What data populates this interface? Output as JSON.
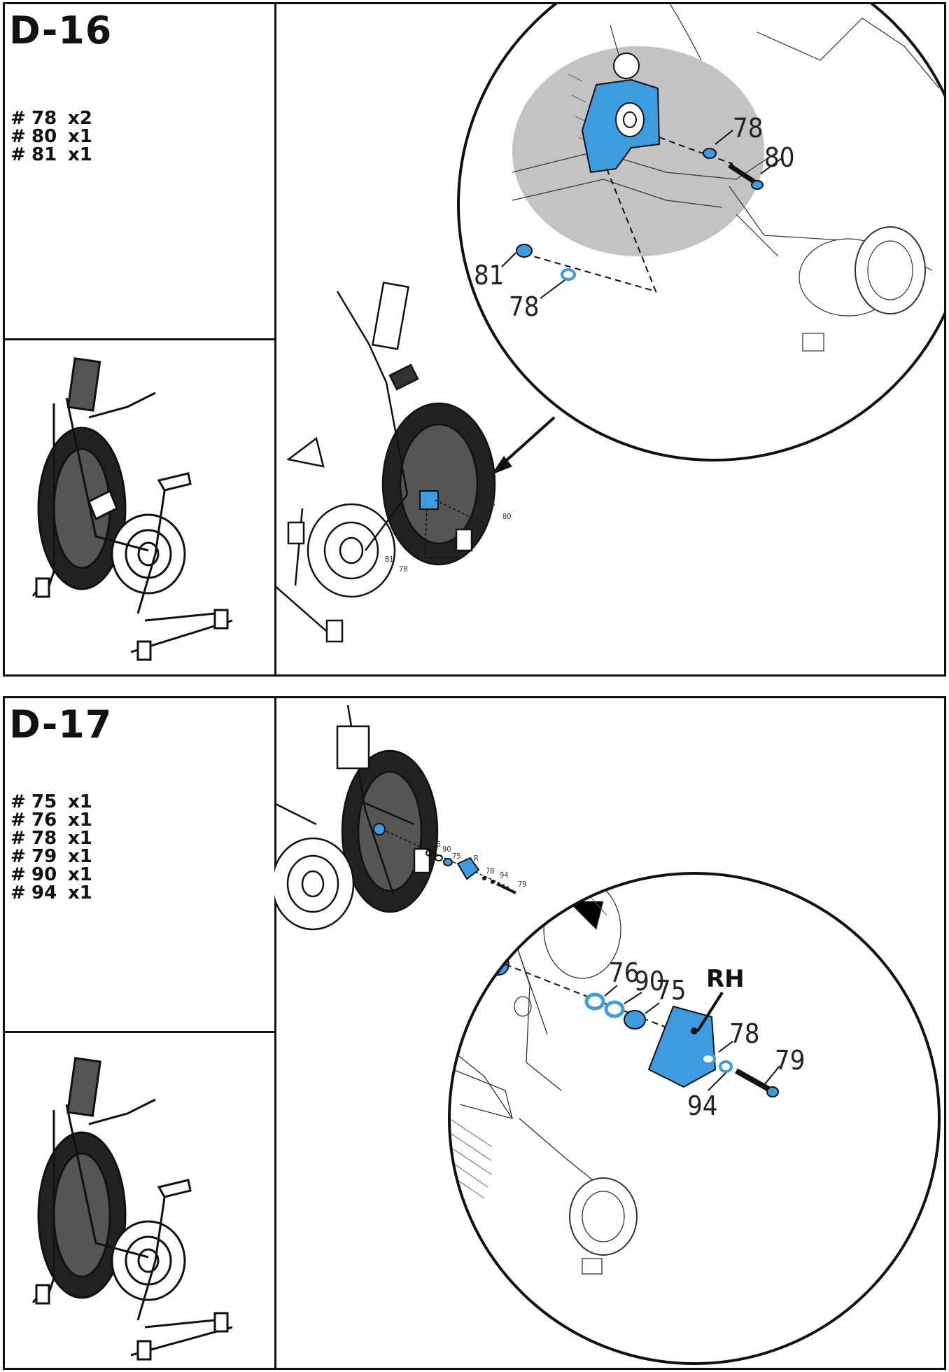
{
  "steps": [
    {
      "id": "D-16",
      "parts": [
        {
          "hash": "#",
          "num": "78",
          "qty": "x2"
        },
        {
          "hash": "#",
          "num": "80",
          "qty": "x1"
        },
        {
          "hash": "#",
          "num": "81",
          "qty": "x1"
        }
      ],
      "callouts": {
        "c78a": "78",
        "c80": "80",
        "c81": "81",
        "c78b": "78"
      },
      "small_callouts": {
        "s78": "78",
        "s80": "80",
        "s81": "81",
        "s78b": "78"
      }
    },
    {
      "id": "D-17",
      "parts": [
        {
          "hash": "#",
          "num": "75",
          "qty": "x1"
        },
        {
          "hash": "#",
          "num": "76",
          "qty": "x1"
        },
        {
          "hash": "#",
          "num": "78",
          "qty": "x1"
        },
        {
          "hash": "#",
          "num": "79",
          "qty": "x1"
        },
        {
          "hash": "#",
          "num": "90",
          "qty": "x1"
        },
        {
          "hash": "#",
          "num": "94",
          "qty": "x1"
        }
      ],
      "callouts": {
        "c76": "76",
        "c90": "90",
        "c75": "75",
        "rh": "RH",
        "c78": "78",
        "c94": "94",
        "c79": "79"
      },
      "small_callouts": {
        "s76": "76",
        "s90": "90",
        "s75": "75",
        "sr": "R",
        "s78": "78",
        "s94": "94",
        "s79": "79"
      }
    }
  ],
  "colors": {
    "highlight": "#3d9be0",
    "line": "#111111"
  },
  "icons": [
    "exercise-bike-icon",
    "arrow-icon"
  ]
}
